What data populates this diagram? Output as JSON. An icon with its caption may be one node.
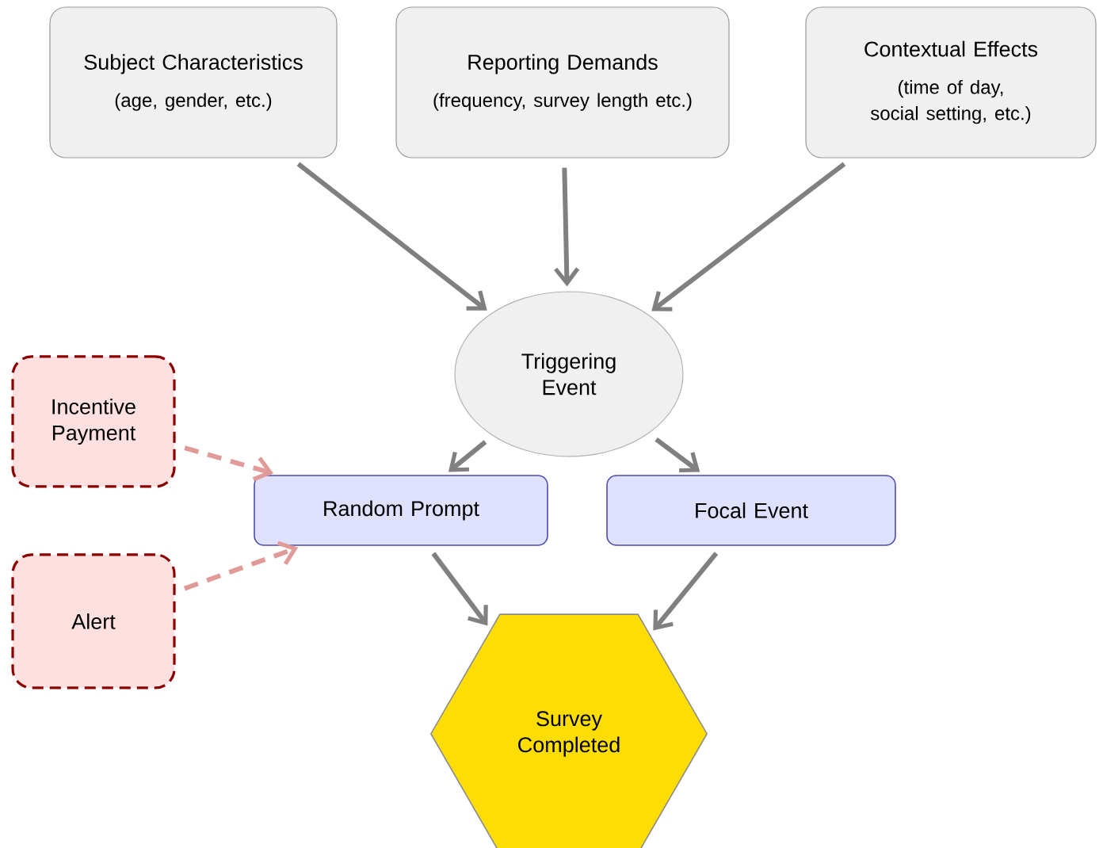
{
  "diagram": {
    "nodes": [
      {
        "text": [
          "Subject Characteristics",
          "(age, gender, etc.)"
        ]
      },
      {
        "text": [
          "Reporting Demands",
          "(frequency, survey length etc.)"
        ]
      },
      {
        "text": [
          "Contextual Effects",
          "(time of day, social setting, etc.)"
        ]
      },
      {
        "text": [
          "Triggering Event"
        ]
      },
      {
        "text": [
          "Random Prompt"
        ]
      },
      {
        "text": [
          "Focal Event"
        ]
      },
      {
        "text": [
          "Survey Completed"
        ]
      },
      {
        "text": [
          "Incentive Payment"
        ]
      },
      {
        "text": [
          "Alert"
        ]
      }
    ],
    "edges": [
      {
        "from": 0,
        "to": 3,
        "arrow": "to"
      },
      {
        "from": 1,
        "to": 3,
        "arrow": "to"
      },
      {
        "from": 2,
        "to": 3,
        "arrow": "to"
      },
      {
        "from": 3,
        "to": 4,
        "arrow": "to"
      },
      {
        "from": 3,
        "to": 5,
        "arrow": "to"
      },
      {
        "from": 4,
        "to": 6,
        "arrow": "to"
      },
      {
        "from": 5,
        "to": 6,
        "arrow": "to"
      },
      {
        "from": 7,
        "to": 4,
        "arrow": "to",
        "style": "dashed",
        "color": "#e09a98"
      },
      {
        "from": 8,
        "to": 4,
        "arrow": "to",
        "style": "dashed",
        "color": "#e09a98"
      }
    ]
  }
}
